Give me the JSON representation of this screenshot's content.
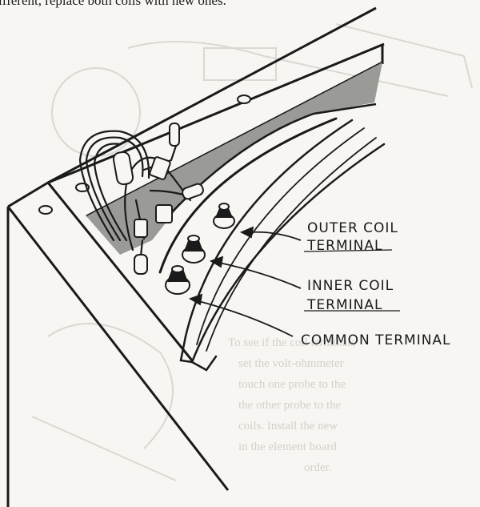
{
  "caption": {
    "fragment": "ifferent, replace both coils with new ones."
  },
  "labels": {
    "outer_line1": "OUTER COIL",
    "outer_line2": "TERMINAL",
    "inner_line1": "INNER COIL",
    "inner_line2": "TERMINAL",
    "common": "COMMON TERMINAL"
  },
  "colors": {
    "ink": "#1a1a1a",
    "paper": "#f7f6f2",
    "shadow": "#9a9a96",
    "ghost": "#d9d8d3"
  }
}
